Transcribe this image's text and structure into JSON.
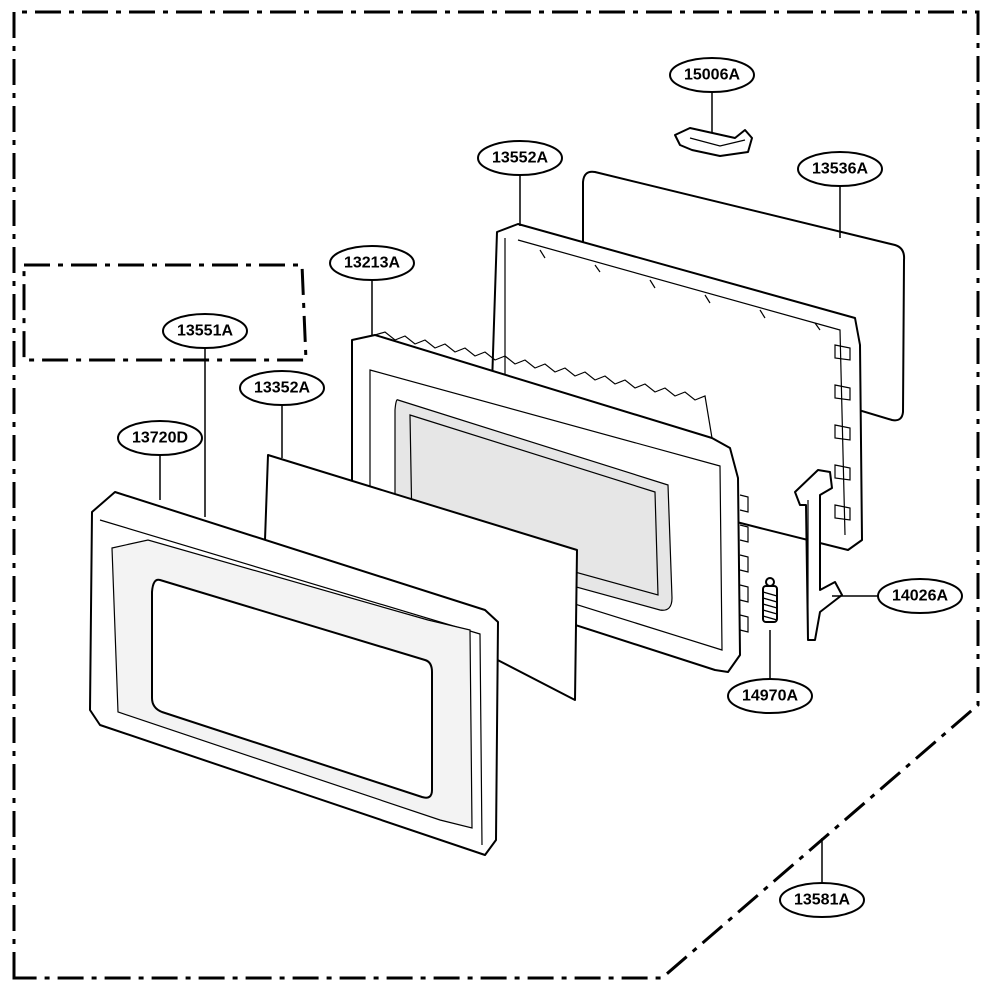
{
  "diagram": {
    "callouts": [
      {
        "id": "c-15006a",
        "label": "15006A"
      },
      {
        "id": "c-13552a",
        "label": "13552A"
      },
      {
        "id": "c-13536a",
        "label": "13536A"
      },
      {
        "id": "c-13213a",
        "label": "13213A"
      },
      {
        "id": "c-13551a",
        "label": "13551A"
      },
      {
        "id": "c-13352a",
        "label": "13352A"
      },
      {
        "id": "c-13720d",
        "label": "13720D"
      },
      {
        "id": "c-14026a",
        "label": "14026A"
      },
      {
        "id": "c-14970a",
        "label": "14970A"
      },
      {
        "id": "c-13581a",
        "label": "13581A"
      }
    ]
  }
}
